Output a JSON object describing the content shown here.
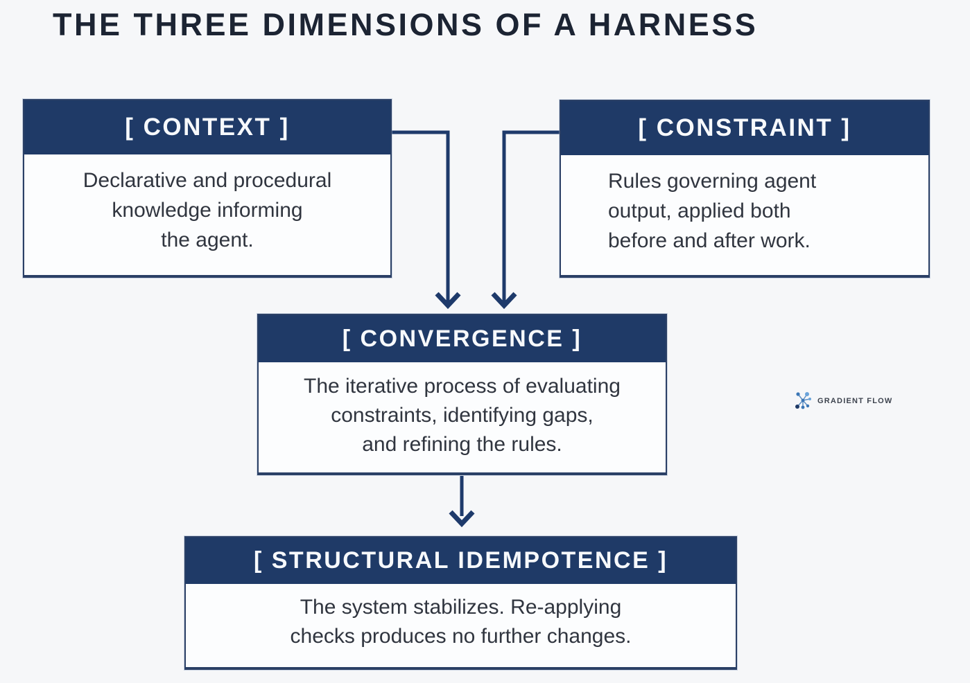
{
  "title": "THE THREE DIMENSIONS OF A HARNESS",
  "colors": {
    "navy": "#1f3a67",
    "arrow": "#1e3a6b",
    "header_text": "#f7f9fc",
    "body_text": "#30353f",
    "background": "#f6f7f9",
    "box_background": "#fcfdfe",
    "logo_text": "#3d434e",
    "logo_blue_light": "#6aa3da",
    "logo_blue_mid": "#3b76b5",
    "logo_blue_dark": "#1f3a67"
  },
  "boxes": {
    "context": {
      "title": "[ CONTEXT ]",
      "lines": [
        "Declarative and procedural",
        "knowledge informing",
        "the agent."
      ]
    },
    "constraint": {
      "title": "[ CONSTRAINT ]",
      "lines": [
        "Rules governing agent",
        "output, applied both",
        "before and after work."
      ]
    },
    "convergence": {
      "title": "[ CONVERGENCE ]",
      "lines": [
        "The iterative process of evaluating",
        "constraints, identifying gaps,",
        "and refining the rules."
      ]
    },
    "structural_idempotence": {
      "title": "[ STRUCTURAL IDEMPOTENCE ]",
      "lines": [
        "The system stabilizes. Re-applying",
        "checks produces no further changes."
      ]
    }
  },
  "logo": {
    "label": "GRADIENT FLOW",
    "icon": "network-graph-icon"
  }
}
